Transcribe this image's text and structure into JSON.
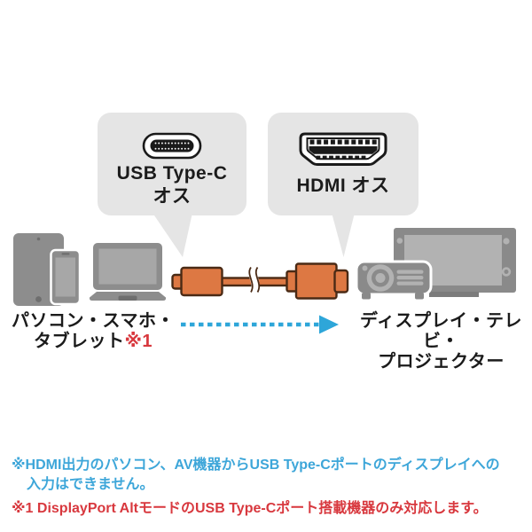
{
  "diagram": {
    "bubbles": {
      "usb": {
        "icon": "usb-type-c-connector-icon",
        "line1": "USB Type-C",
        "line2": "オス"
      },
      "hdmi": {
        "icon": "hdmi-connector-icon",
        "label": "HDMI オス"
      }
    },
    "source": {
      "icons": [
        "tablet-icon",
        "smartphone-icon",
        "laptop-icon"
      ],
      "line1": "パソコン・スマホ・",
      "line2": "タブレット",
      "note_ref": "※1"
    },
    "destination": {
      "icons": [
        "tv-icon",
        "projector-icon"
      ],
      "line1": "ディスプレイ・テレビ・",
      "line2": "プロジェクター"
    },
    "cable": {
      "icon": "usb-c-to-hdmi-cable-icon",
      "color": "#dd7843"
    },
    "arrow": {
      "icon": "dashed-arrow-right-icon",
      "direction": "left-to-right",
      "color": "#2ea6d9"
    }
  },
  "notes": {
    "hdmi_note": {
      "line1": "※HDMI出力のパソコン、AV機器からUSB Type-Cポートのディスプレイへの",
      "line2": "入力はできません。",
      "color": "#3da6d9"
    },
    "alt_mode_note": {
      "text": "※1 DisplayPort AltモードのUSB Type-Cポート搭載機器のみ対応します。",
      "color": "#d8383e"
    }
  },
  "colors": {
    "background": "#ffffff",
    "bubble_gray": "#e5e5e5",
    "device_gray": "#8d8d8d",
    "screen_gray": "#a7a7a7",
    "tv_gray": "#8a8a8a",
    "tv_screen_gray": "#b2b2b2",
    "cable_orange": "#dd7843",
    "cable_outline": "#4a2a15",
    "accent_blue": "#2ea6d9",
    "note_red": "#d8383e",
    "text_black": "#1b1b1b"
  }
}
